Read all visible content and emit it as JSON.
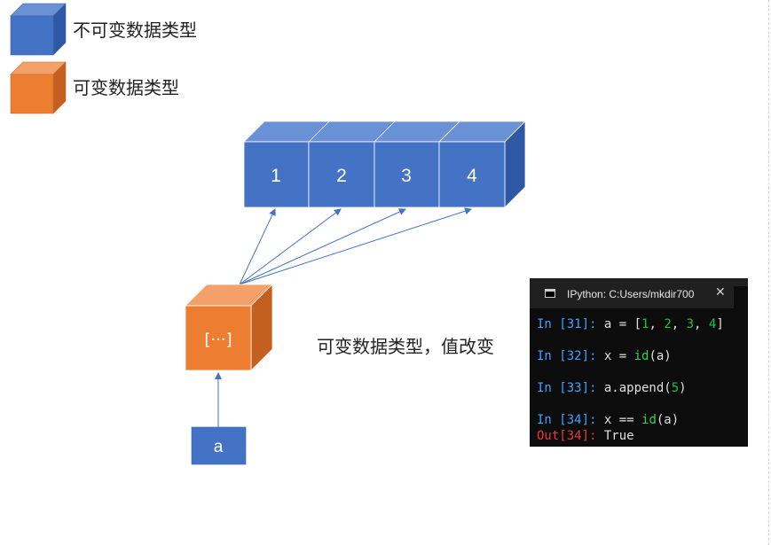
{
  "legend": {
    "immutable": {
      "label": "不可变数据类型",
      "color": "#4472c4"
    },
    "mutable": {
      "label": "可变数据类型",
      "color": "#ed7d31"
    }
  },
  "cells": [
    "1",
    "2",
    "3",
    "4"
  ],
  "list_box": {
    "label": "[···]"
  },
  "variable": {
    "label": "a"
  },
  "caption": "可变数据类型，值改变",
  "terminal": {
    "title": "IPython: C:Users/mkdir700",
    "close_glyph": "✕",
    "lines": [
      {
        "prompt": "In [31]: ",
        "parts": [
          {
            "t": "a = [",
            "k": "txt"
          },
          {
            "t": "1",
            "k": "num"
          },
          {
            "t": ", ",
            "k": "txt"
          },
          {
            "t": "2",
            "k": "num"
          },
          {
            "t": ", ",
            "k": "txt"
          },
          {
            "t": "3",
            "k": "num"
          },
          {
            "t": ", ",
            "k": "txt"
          },
          {
            "t": "4",
            "k": "num"
          },
          {
            "t": "]",
            "k": "txt"
          }
        ]
      },
      {
        "prompt": "In [32]: ",
        "parts": [
          {
            "t": "x = ",
            "k": "txt"
          },
          {
            "t": "id",
            "k": "fn"
          },
          {
            "t": "(a)",
            "k": "txt"
          }
        ]
      },
      {
        "prompt": "In [33]: ",
        "parts": [
          {
            "t": "a.append(",
            "k": "txt"
          },
          {
            "t": "5",
            "k": "num"
          },
          {
            "t": ")",
            "k": "txt"
          }
        ]
      },
      {
        "prompt": "In [34]: ",
        "parts": [
          {
            "t": "x == ",
            "k": "txt"
          },
          {
            "t": "id",
            "k": "fn"
          },
          {
            "t": "(a)",
            "k": "txt"
          }
        ]
      },
      {
        "prompt": "Out[34]: ",
        "out": true,
        "parts": [
          {
            "t": "True",
            "k": "txt"
          }
        ]
      }
    ]
  }
}
